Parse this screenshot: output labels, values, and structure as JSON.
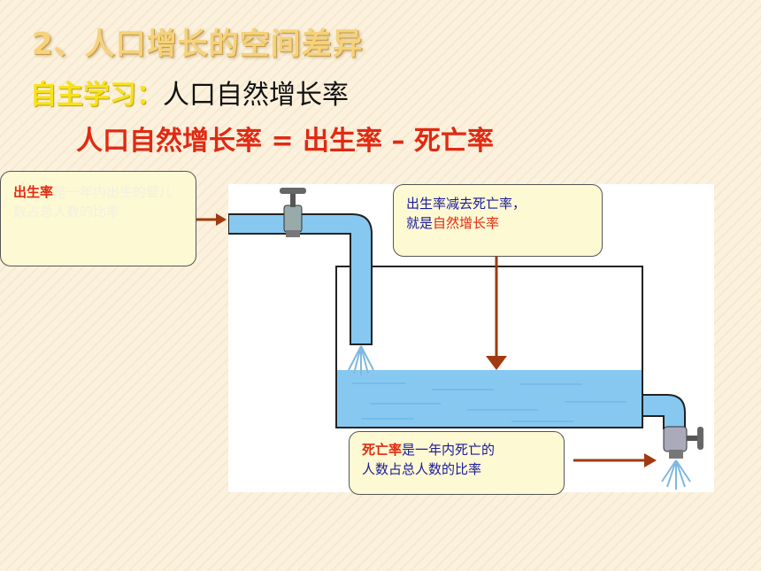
{
  "title": "2、人口增长的空间差异",
  "subtitle": {
    "label": "自主学习：",
    "topic": "人口自然增长率"
  },
  "formula": "人口自然增长率 = 出生率 – 死亡率",
  "birth_box": {
    "term": "出生率",
    "rest": "是一年内出生的婴儿数占总人数的比率"
  },
  "net_box": {
    "line1": "出生率减去死亡率，",
    "prefix": "就是",
    "term": "自然增长率"
  },
  "death_box": {
    "term": "死亡率",
    "rest1": "是一年内死亡的",
    "line2": "人数占总人数的比率"
  },
  "colors": {
    "accent_red": "#e02a13",
    "title_gold": "#f6d27a",
    "label_yellow": "#f7e21a",
    "water": "#87c8f0",
    "arrow": "#a03a10",
    "box_fill": "#fdf9d2"
  }
}
